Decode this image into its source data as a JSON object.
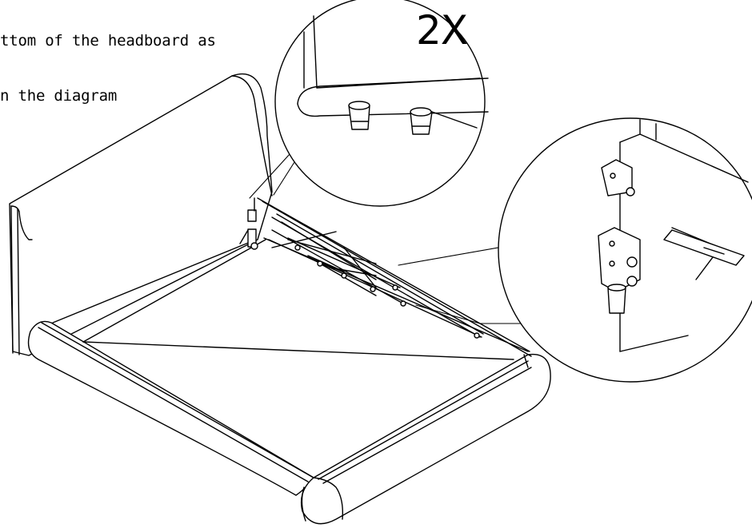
{
  "instruction": {
    "lines": [
      "ttom of the headboard as",
      "n the diagram"
    ]
  },
  "detail_callout": {
    "quantity_label": "2X"
  },
  "icons": [
    "bed-frame-illustration",
    "foot-detail-magnifier",
    "bracket-detail-magnifier"
  ]
}
